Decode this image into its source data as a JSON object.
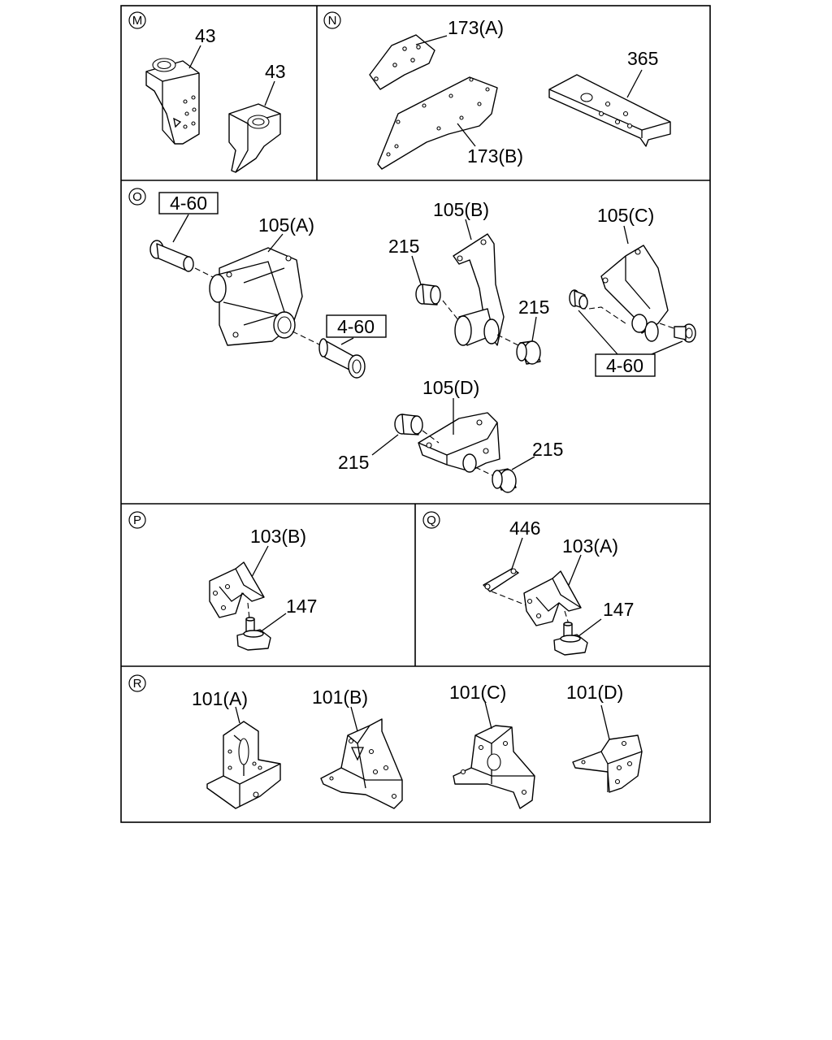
{
  "sections": {
    "M": {
      "marker": "M",
      "labels": {
        "part43a": "43",
        "part43b": "43"
      }
    },
    "N": {
      "marker": "N",
      "labels": {
        "p173a": "173(A)",
        "p173b": "173(B)",
        "p365": "365"
      }
    },
    "O": {
      "marker": "O",
      "labels": {
        "ref1": "4-60",
        "ref2": "4-60",
        "ref3": "4-60",
        "p105a": "105(A)",
        "p105b": "105(B)",
        "p105c": "105(C)",
        "p105d": "105(D)",
        "p215a": "215",
        "p215b": "215",
        "p215c": "215",
        "p215d": "215"
      }
    },
    "P": {
      "marker": "P",
      "labels": {
        "p103b": "103(B)",
        "p147": "147"
      }
    },
    "Q": {
      "marker": "Q",
      "labels": {
        "p446": "446",
        "p103a": "103(A)",
        "p147": "147"
      }
    },
    "R": {
      "marker": "R",
      "labels": {
        "p101a": "101(A)",
        "p101b": "101(B)",
        "p101c": "101(C)",
        "p101d": "101(D)"
      }
    }
  }
}
